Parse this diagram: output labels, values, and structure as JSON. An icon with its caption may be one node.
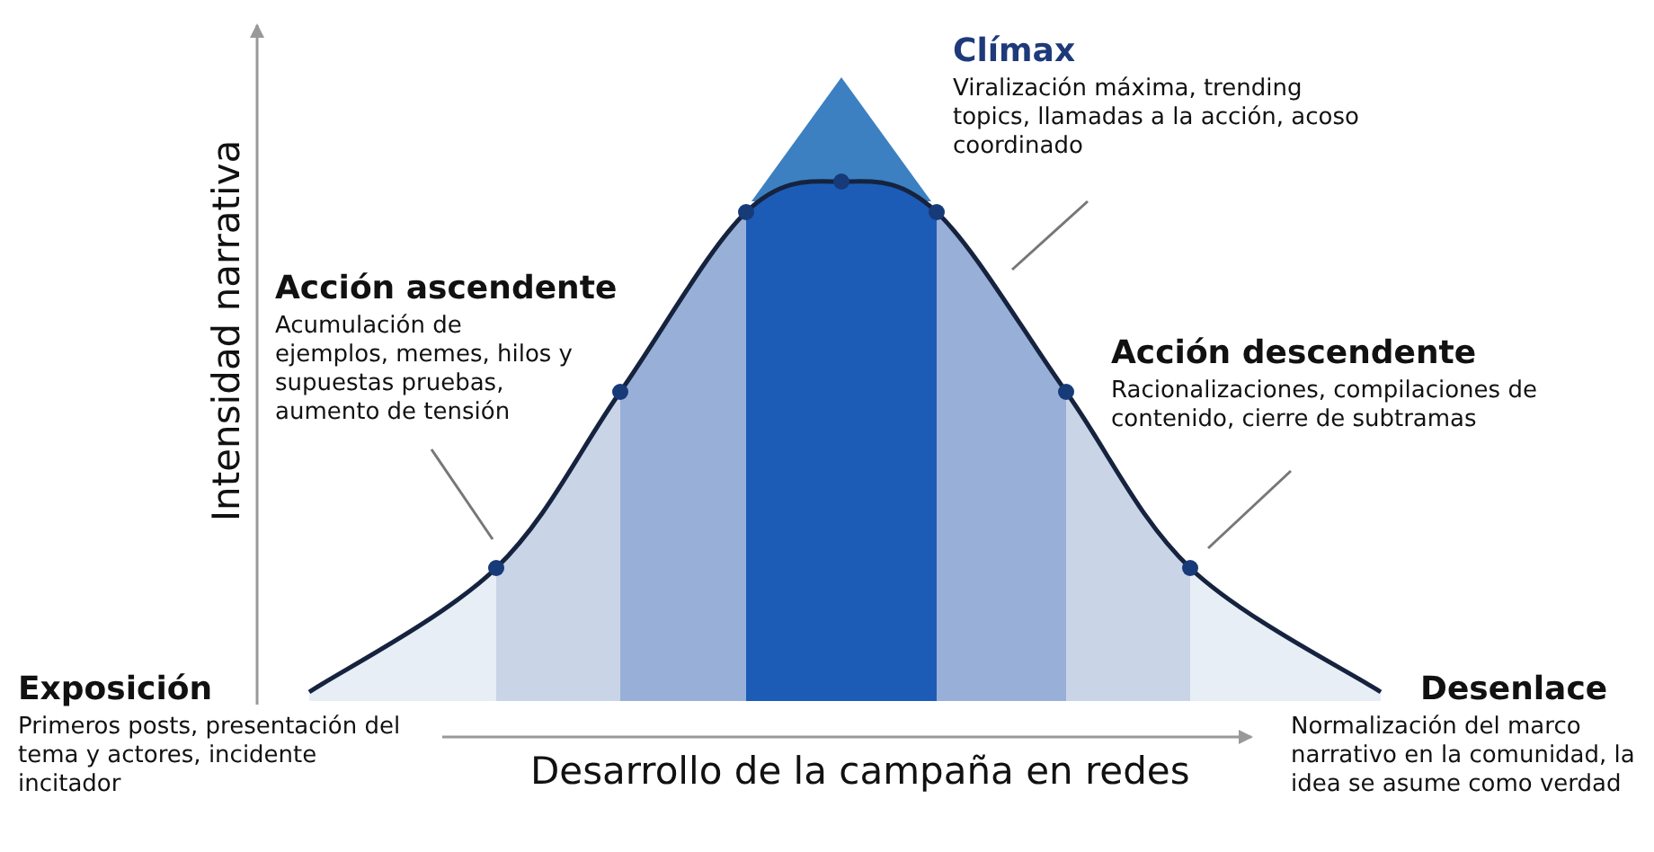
{
  "diagram": {
    "nodes": [
      {
        "text": [
          "Exposición",
          "Primeros posts, presentación del tema y actores, incidente incitador"
        ]
      },
      {
        "text": [
          "Acción ascendente",
          "Acumulación de ejemplos, memes, hilos y supuestas pruebas, aumento de tensión"
        ]
      },
      {
        "text": [
          "Clímax",
          "Viralización máxima, trending topics, llamadas a la acción, acoso coordinado"
        ]
      },
      {
        "text": [
          "Acción descendente",
          "Racionalizaciones, compilaciones de contenido, cierre de subtramas"
        ]
      },
      {
        "text": [
          "Desenlace",
          "Normalización del marco narrativo en la comunidad, la idea se asume como verdad"
        ]
      }
    ],
    "edges": [
      {
        "from": 1,
        "to": null,
        "arrow": "none"
      },
      {
        "from": 2,
        "to": null,
        "arrow": "none"
      },
      {
        "from": 3,
        "to": null,
        "arrow": "none"
      }
    ],
    "labels": [
      "Intensidad narrativa",
      "Desarrollo de la campaña en redes"
    ]
  }
}
